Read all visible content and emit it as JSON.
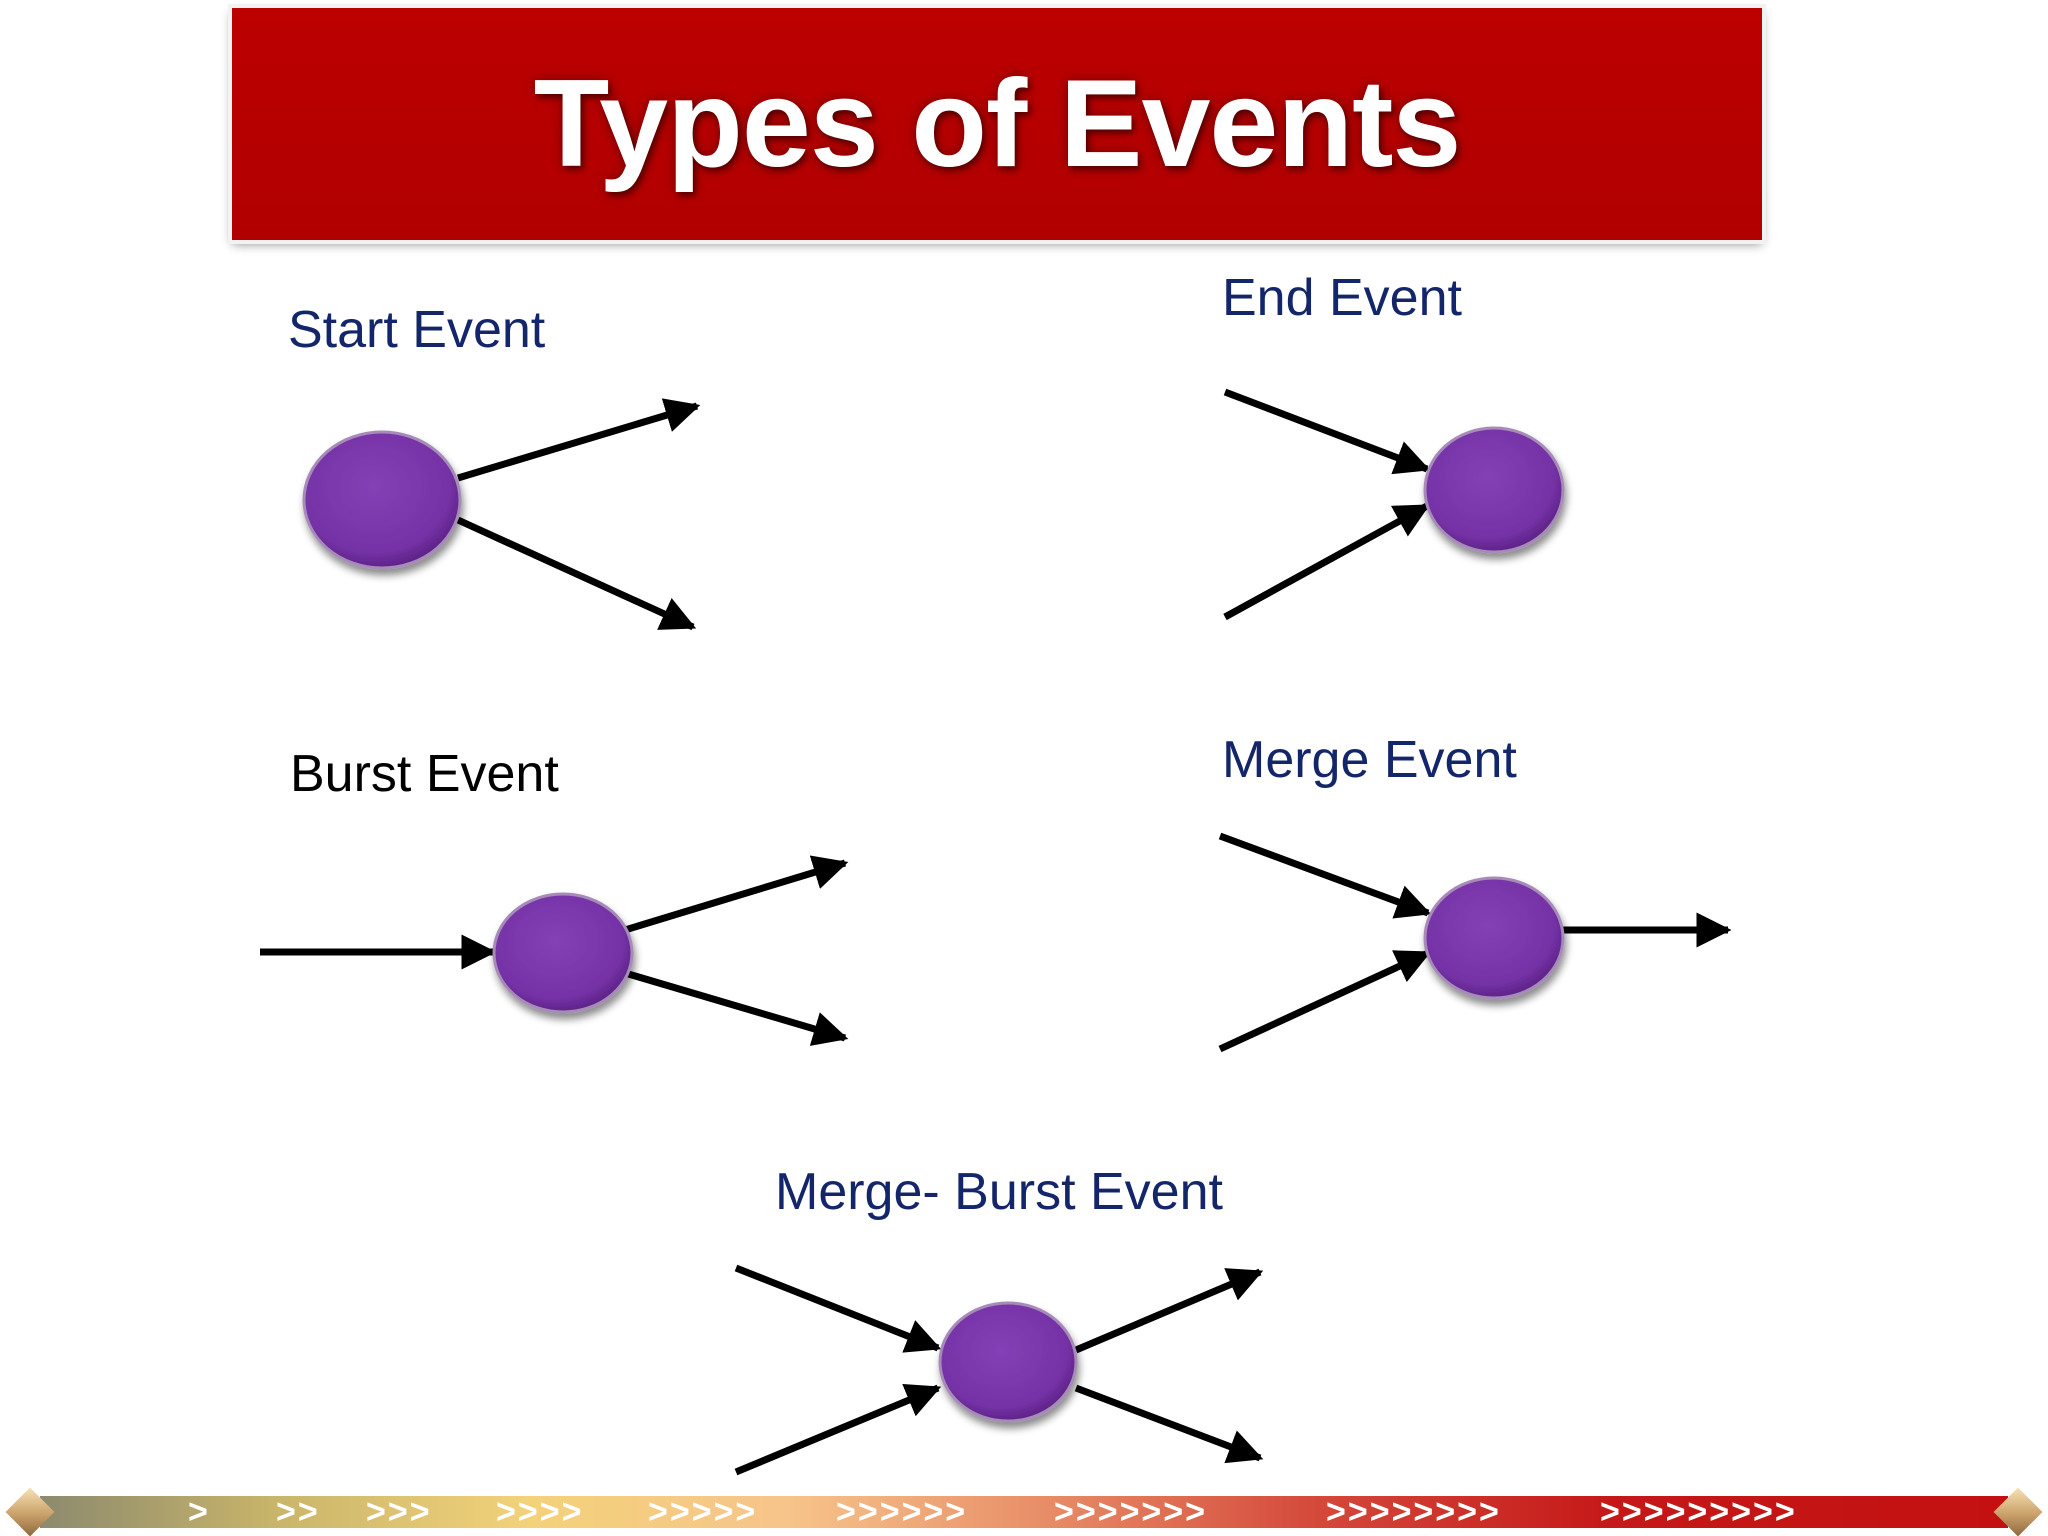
{
  "slide": {
    "title": "Types of Events",
    "colors": {
      "banner": "#b80000",
      "node": "#7833a8",
      "label": "#14266a"
    }
  },
  "events": {
    "start": "Start Event",
    "end": "End Event",
    "burst": "Burst Event",
    "merge": "Merge Event",
    "merge_burst": "Merge- Burst Event"
  },
  "footer": {
    "chevrons": [
      ">",
      ">>",
      ">>>",
      ">>>>",
      ">>>>>",
      ">>>>>>",
      ">>>>>>>",
      ">>>>>>>>",
      ">>>>>>>>>"
    ]
  }
}
